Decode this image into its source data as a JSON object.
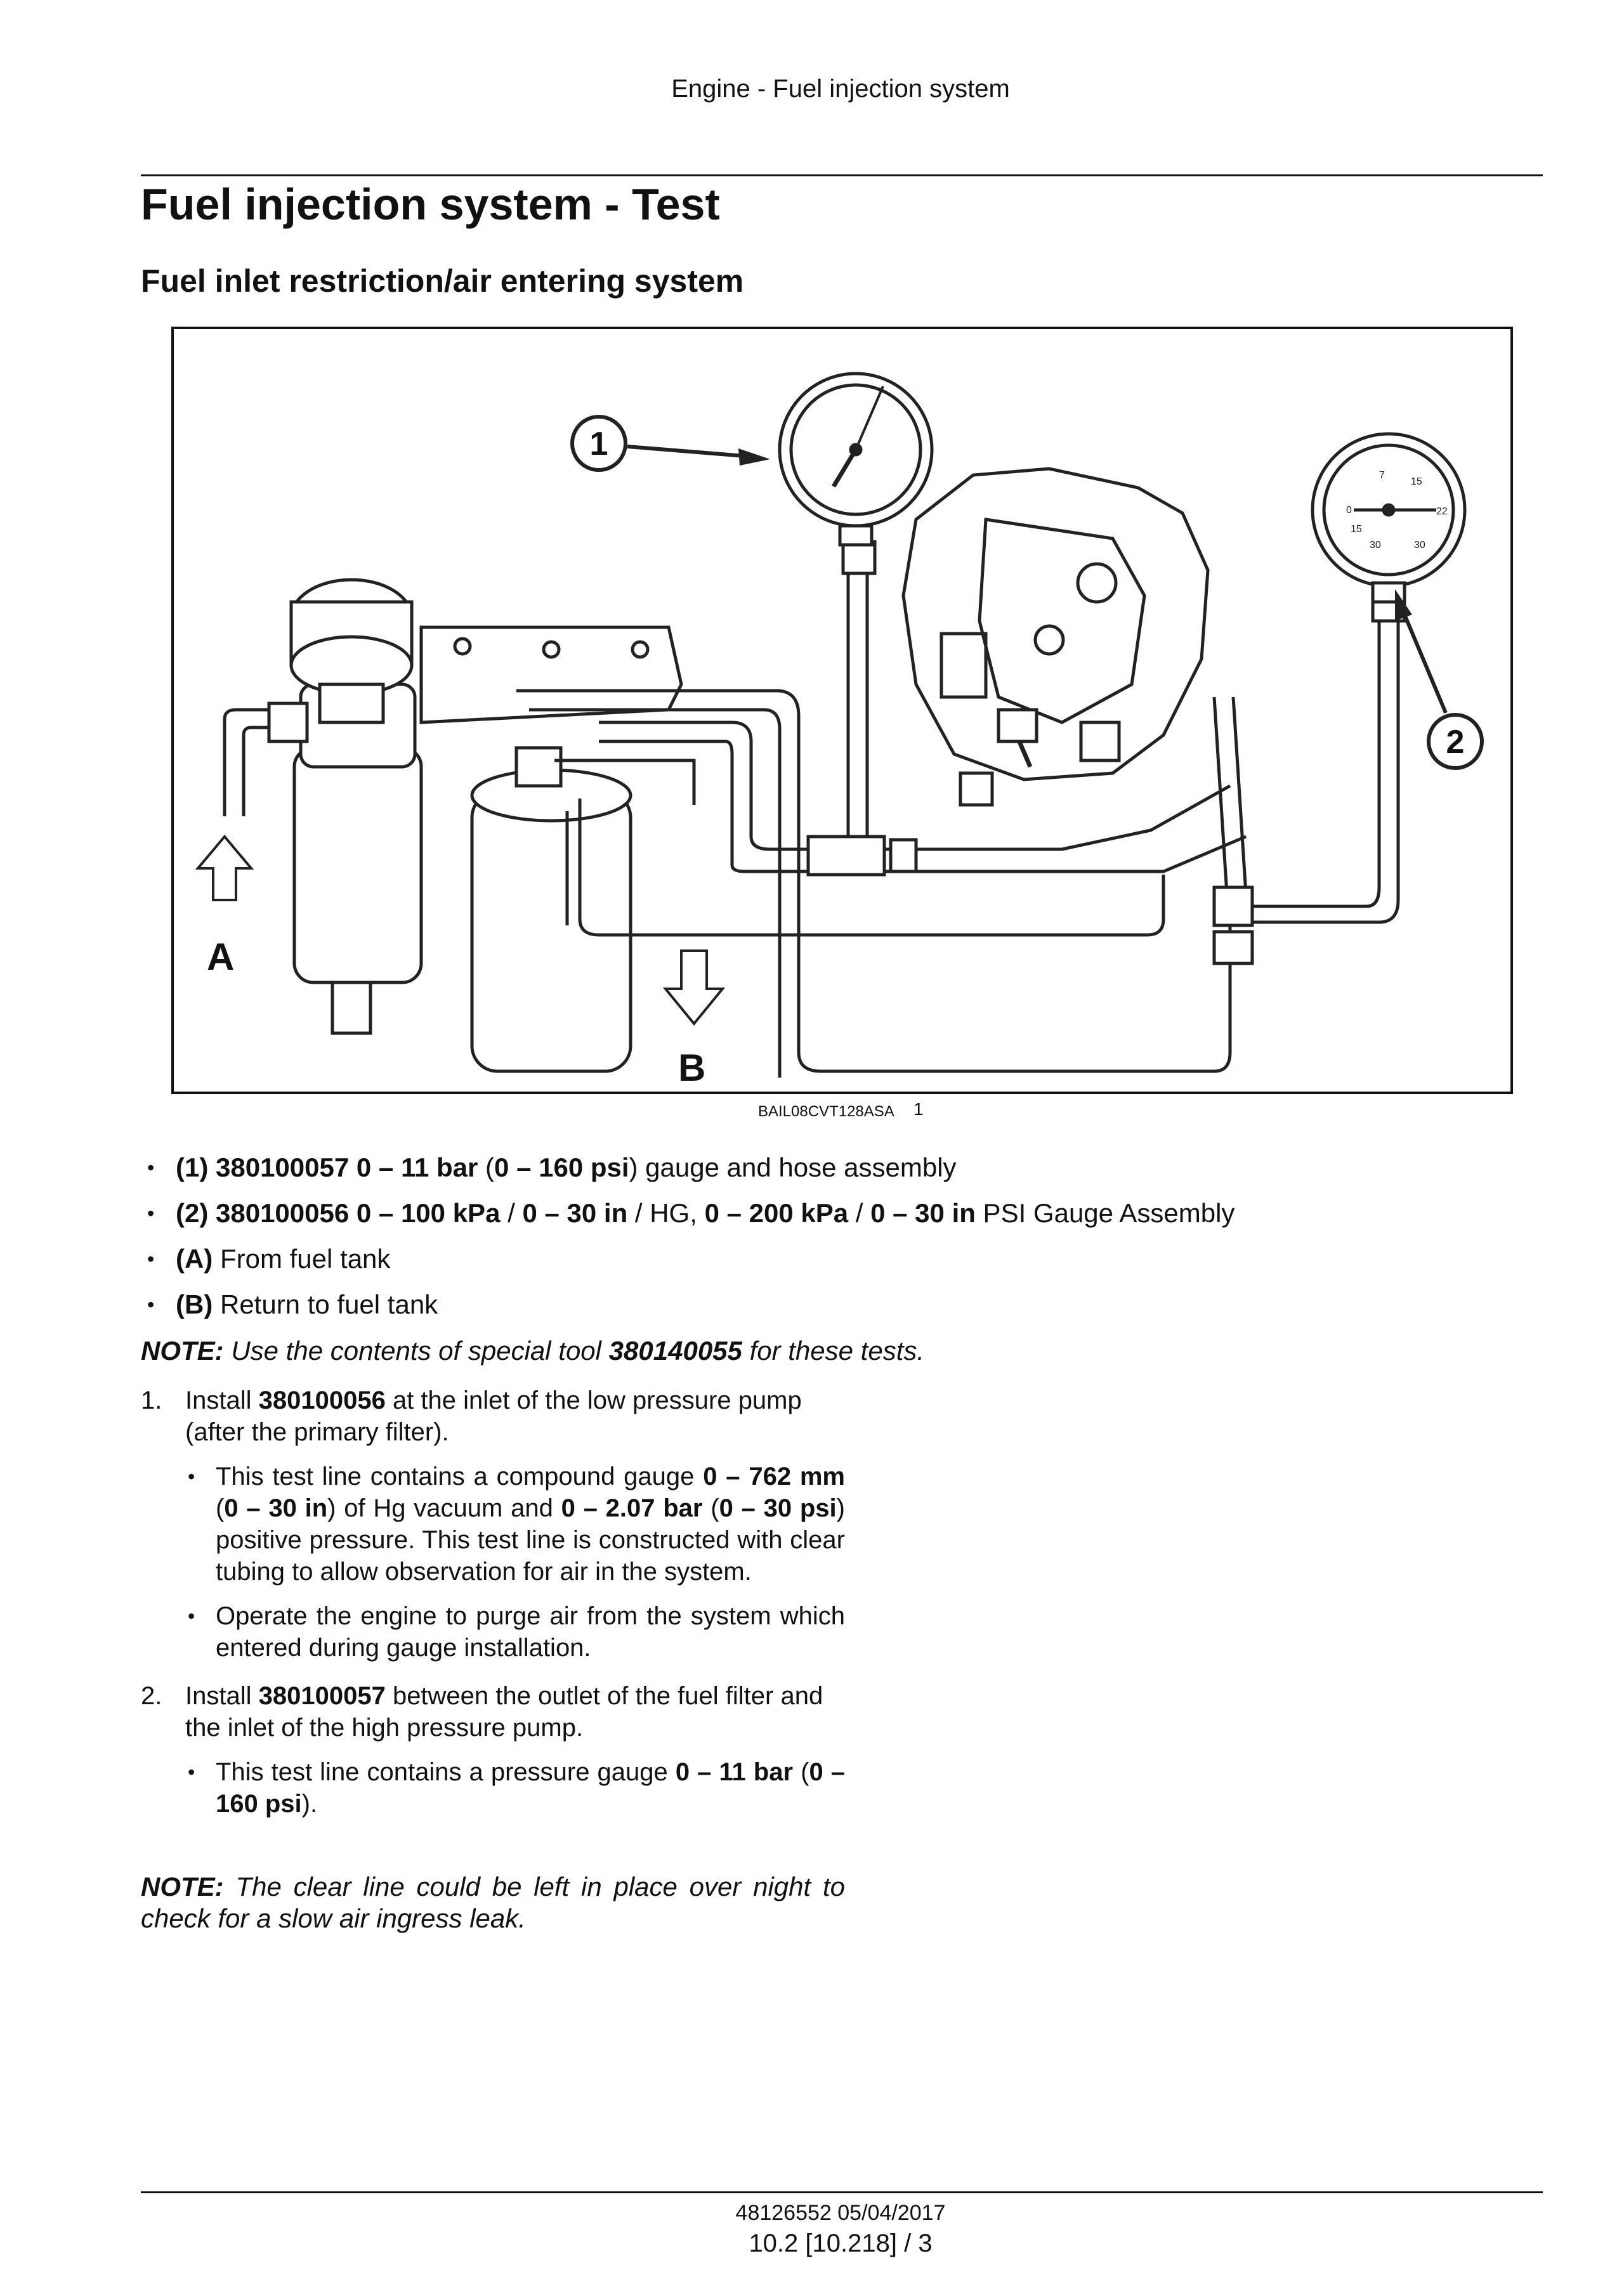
{
  "header": {
    "section": "Engine - Fuel injection system"
  },
  "page_title": "Fuel injection system - Test",
  "subtitle": "Fuel inlet restriction/air entering system",
  "figure": {
    "callouts": {
      "c1": "1",
      "c2": "2",
      "a": "A",
      "b": "B"
    },
    "gauge2_scale": {
      "t7": "7",
      "t15a": "15",
      "t0": "0",
      "t22": "22",
      "t15b": "15",
      "t30a": "30",
      "t30b": "30"
    },
    "caption_code": "BAIL08CVT128ASA",
    "caption_number": "1"
  },
  "legend": [
    {
      "label": "(1) 380100057 0 – 11 bar",
      "open_paren": " (",
      "u1": "0 – 160 psi",
      "rest": ") gauge and hose assembly"
    },
    {
      "label": "(2) 380100056 0 – 100 kPa",
      "sep1": " / ",
      "u1": "0 – 30 in",
      "mid": " / HG, ",
      "u2": "0 – 200 kPa",
      "sep2": " / ",
      "u3": "0 – 30 in",
      "rest": " PSI Gauge Assembly"
    },
    {
      "label": "(A)",
      "rest": " From fuel tank"
    },
    {
      "label": "(B)",
      "rest": " Return to fuel tank"
    }
  ],
  "note1": {
    "label": "NOTE:",
    "text_before": " Use the contents of special tool ",
    "tool": "380140055",
    "text_after": " for these tests."
  },
  "steps": [
    {
      "num": "1.",
      "text_before": "Install ",
      "part": "380100056",
      "text_after": " at the inlet of the low pressure pump (after the primary filter).",
      "sub": [
        {
          "t1": "This test line contains a compound gauge ",
          "b1": "0 – 762 mm",
          "t2": " (",
          "b2": "0 – 30 in",
          "t3": ") of Hg vacuum and ",
          "b3": "0 – 2.07 bar",
          "t4": " (",
          "b4": "0 – 30 psi",
          "t5": ") positive pressure.  This test line is con­structed with clear tubing to allow observation for air in the system."
        },
        {
          "text": "Operate the engine to purge air from the system which entered during gauge installation."
        }
      ]
    },
    {
      "num": "2.",
      "text_before": "Install ",
      "part": "380100057",
      "text_after": " between the outlet of the fuel filter and the inlet of the high pressure pump.",
      "sub": [
        {
          "t1": "This test line contains a pressure gauge ",
          "b1": "0 – 11 bar",
          "t2": " (",
          "b2": "0 – 160 psi",
          "t3": ")."
        }
      ]
    }
  ],
  "note2": {
    "label": "NOTE:",
    "text": " The clear line could be left in place over night to check for a slow air ingress leak."
  },
  "footer": {
    "doc": "48126552 05/04/2017",
    "page": "10.2 [10.218] / 3"
  }
}
